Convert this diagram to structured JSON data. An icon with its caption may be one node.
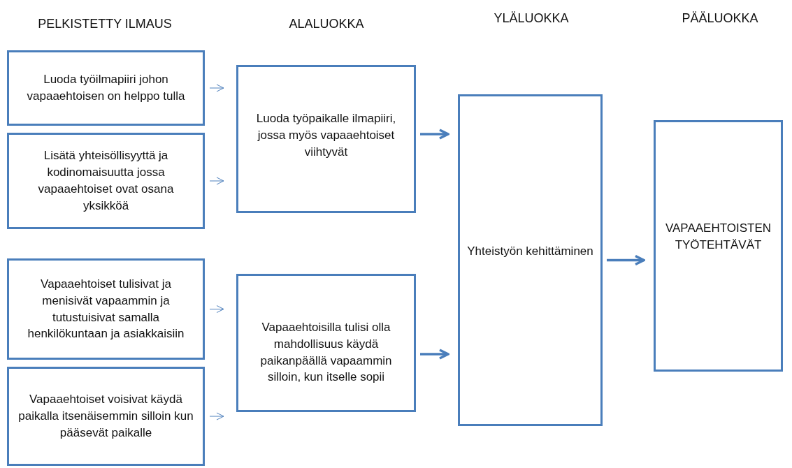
{
  "diagram": {
    "nodes": [
      {
        "text": [
          "Luoda työilmapiiri johon vapaaehtoisen on helppo tulla"
        ]
      },
      {
        "text": [
          "Lisätä yhteisöllisyyttä  ja kodinomaisuutta jossa vapaaehtoiset ovat osana yksikköä"
        ]
      },
      {
        "text": [
          "Vapaaehtoiset tulisivat ja menisivät vapaammin ja tutustuisivat  samalla henkilökuntaan ja asiakkaisiin"
        ]
      },
      {
        "text": [
          "Vapaaehtoiset voisivat käydä paikalla itsenäisemmin silloin kun pääsevät paikalle"
        ]
      },
      {
        "text": [
          "Luoda työpaikalle ilmapiiri, jossa myös vapaaehtoiset viihtyvät"
        ]
      },
      {
        "text": [
          "Vapaaehtoisilla tulisi olla mahdollisuus käydä paikanpäällä vapaammin silloin, kun itselle sopii"
        ]
      },
      {
        "text": [
          "Yhteistyön kehittäminen"
        ]
      },
      {
        "text": [
          "VAPAAEHTOISTEN TYÖTEHTÄVÄT"
        ]
      }
    ],
    "edges": [
      {
        "from": 0,
        "to": 4,
        "arrow": "to"
      },
      {
        "from": 1,
        "to": 4,
        "arrow": "to"
      },
      {
        "from": 2,
        "to": 5,
        "arrow": "to"
      },
      {
        "from": 3,
        "to": 5,
        "arrow": "to"
      },
      {
        "from": 4,
        "to": 6,
        "arrow": "to",
        "style": "thick"
      },
      {
        "from": 5,
        "to": 6,
        "arrow": "to",
        "style": "thick"
      },
      {
        "from": 6,
        "to": 7,
        "arrow": "to",
        "style": "thick"
      }
    ],
    "labels": [
      "PELKISTETTY ILMAUS",
      "ALALUOKKA",
      "YLÄLUOKKA",
      "PÄÄLUOKKA"
    ]
  }
}
